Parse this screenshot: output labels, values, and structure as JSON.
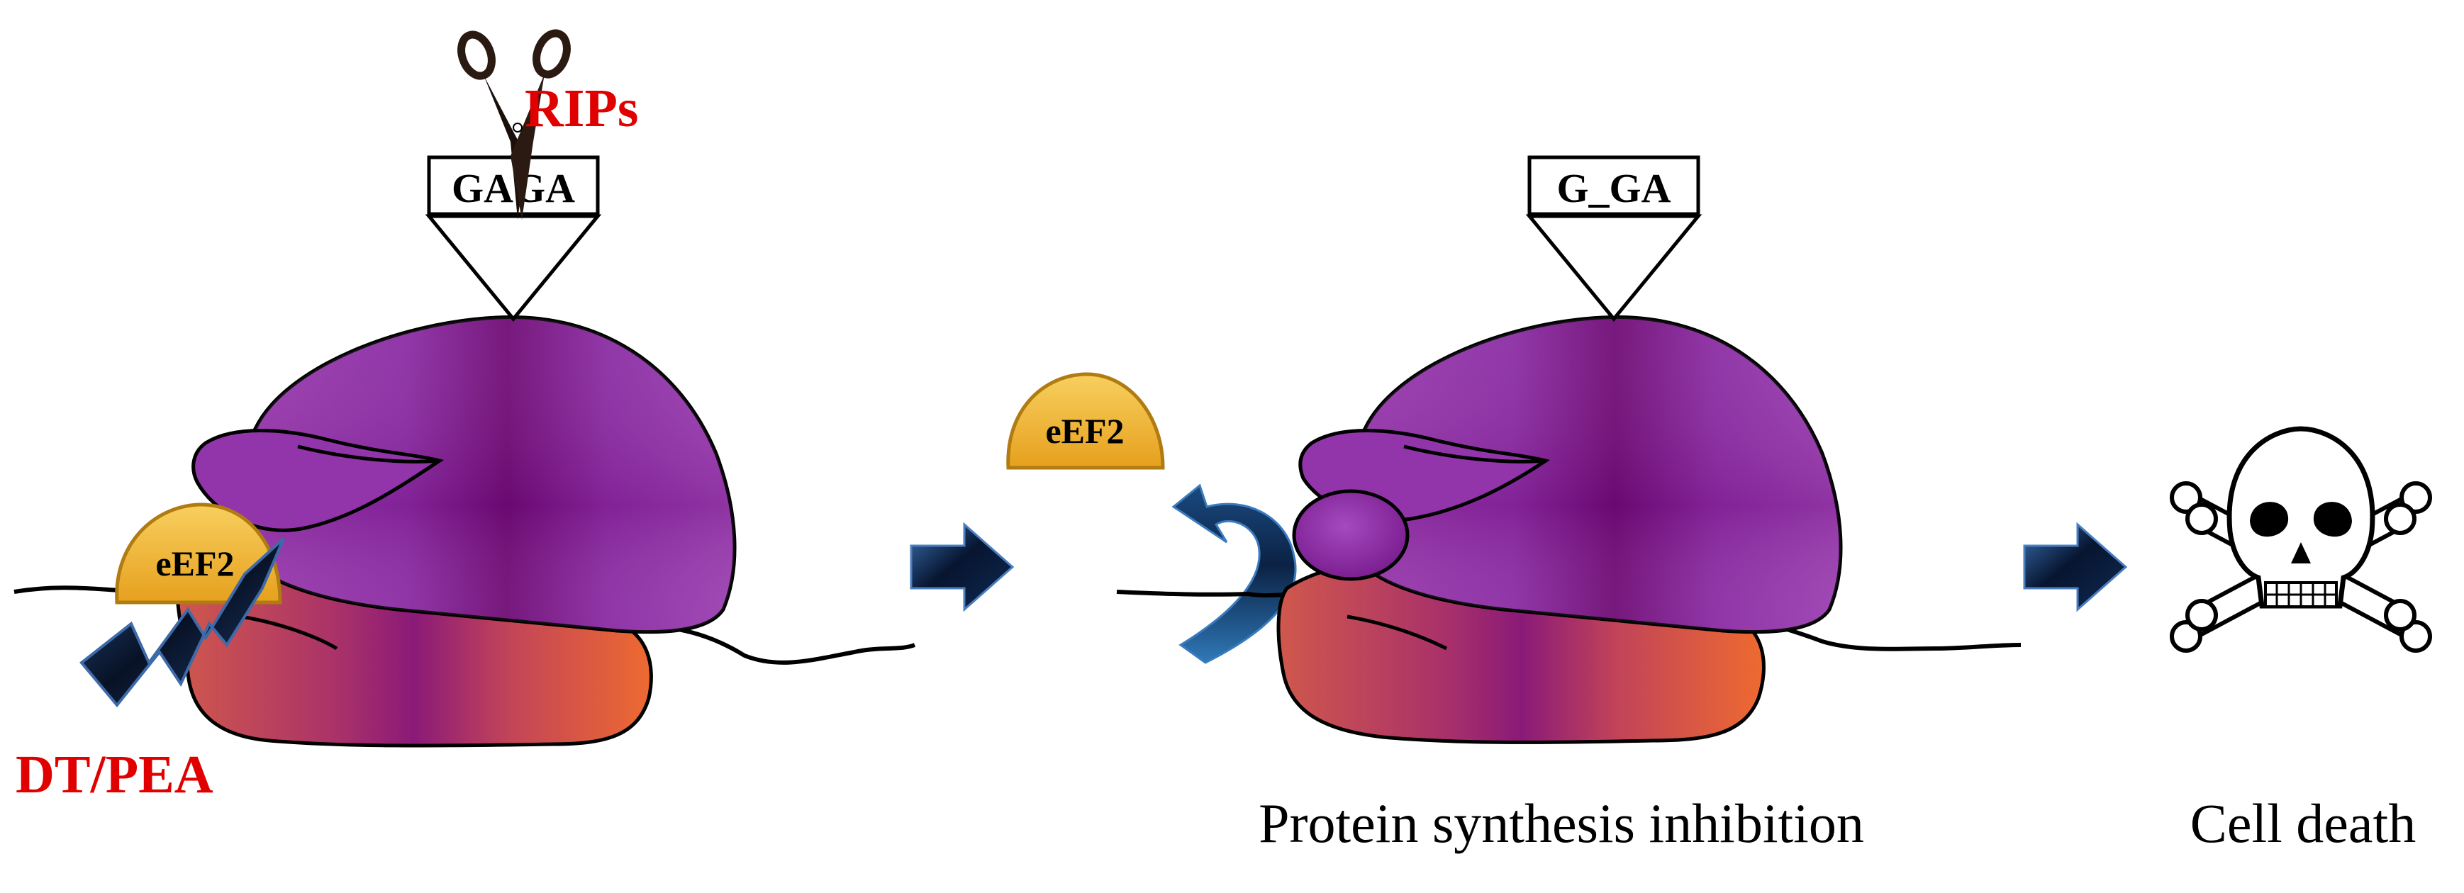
{
  "labels": {
    "rips": "RIPs",
    "site_intact": "GAGA",
    "site_cleaved": "G_GA",
    "eef2_bound": "eEF2",
    "eef2_released": "eEF2",
    "toxin": "DT/PEA",
    "caption_inhibition": "Protein synthesis inhibition",
    "caption_death": "Cell death"
  },
  "colors": {
    "label_red": "#e00000",
    "text_black": "#000000",
    "ribosome_large": "#7d1d8e",
    "ribosome_small": "#c04a4a",
    "eef2": "#f0b53a",
    "arrow": "#0d1f3c"
  },
  "icons": [
    "scissors-icon",
    "lightning-icon",
    "arrow-right-icon",
    "curved-arrow-icon",
    "skull-crossbones-icon"
  ]
}
